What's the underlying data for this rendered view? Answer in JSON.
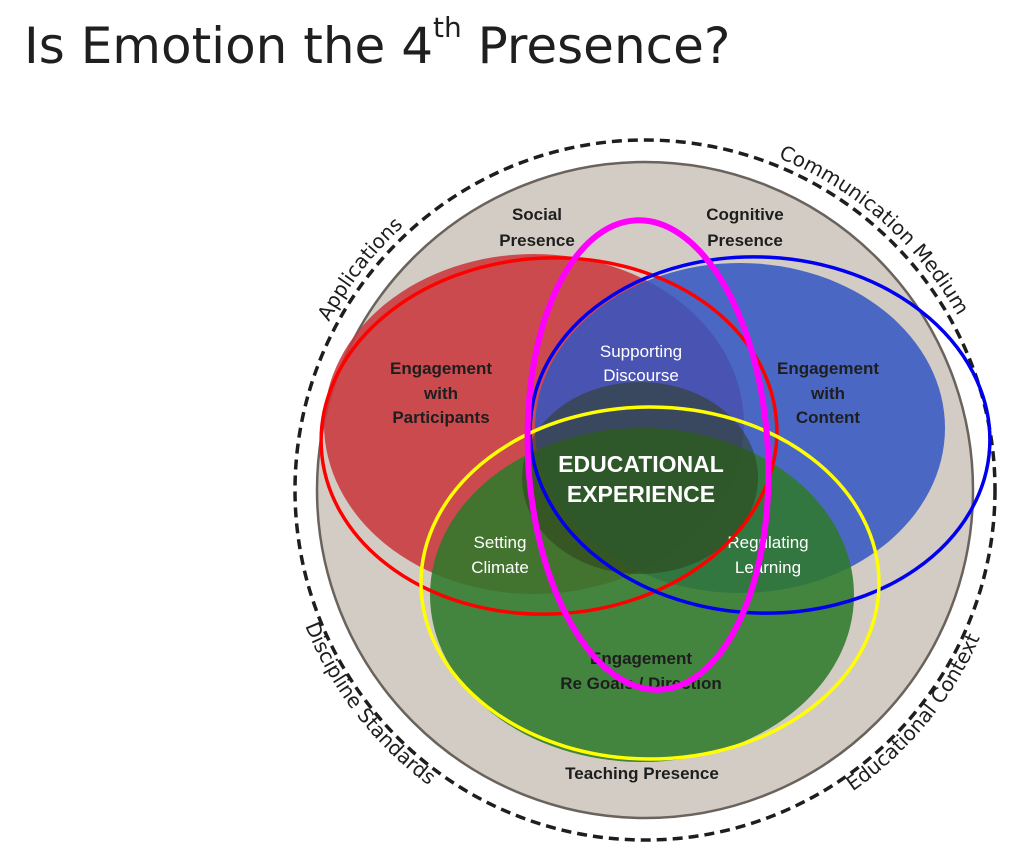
{
  "title": {
    "prefix": "Is Emotion the 4",
    "superscript": "th",
    "suffix": " Presence?"
  },
  "diagram": {
    "context_ring": {
      "applications": "Applications",
      "communication_medium": "Communication Medium",
      "educational_context": "Educational Context",
      "discipline_standards": "Discipline Standards"
    },
    "presences": {
      "social": [
        "Social",
        "Presence"
      ],
      "cognitive": [
        "Cognitive",
        "Presence"
      ],
      "teaching": "Teaching Presence"
    },
    "regions": {
      "engagement_participants": [
        "Engagement",
        "with",
        "Participants"
      ],
      "engagement_content": [
        "Engagement",
        "with",
        "Content"
      ],
      "supporting_discourse": [
        "Supporting",
        "Discourse"
      ],
      "setting_climate": [
        "Setting",
        "Climate"
      ],
      "regulating_learning": [
        "Regulating",
        "Learning"
      ],
      "engagement_goals": [
        "Engagement",
        "Re Goals / Direction"
      ],
      "center": [
        "EDUCATIONAL",
        "EXPERIENCE"
      ]
    },
    "colors": {
      "social": "#c9383d",
      "cognitive": "#3355c4",
      "teaching": "#2f7a2c",
      "outline_red": "#ff0000",
      "outline_blue": "#0000ee",
      "outline_yellow": "#ffff00",
      "outline_magenta": "#ff00ff",
      "background_disc": "#d3ccc4"
    }
  }
}
